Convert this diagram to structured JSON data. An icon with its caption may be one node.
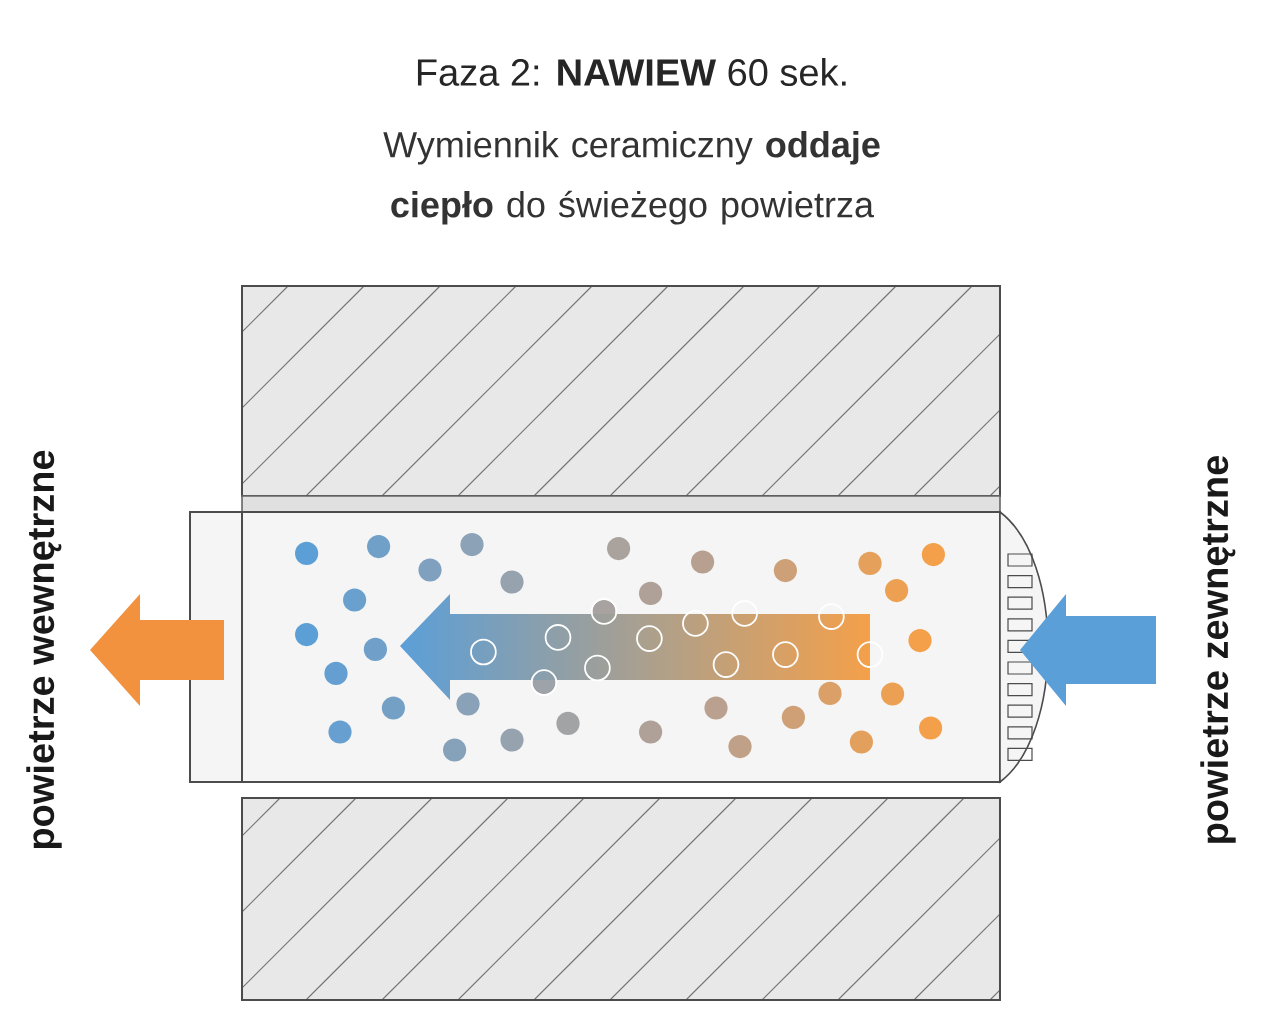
{
  "diagram": {
    "title": "Faza 2: **NAWIEW** 60 sek.",
    "labels": [
      "Wymiennik ceramiczny **oddaje ciepło** do świeżego powietrza",
      "powietrze wewnętrzne",
      "powietrze zewnętrzne"
    ]
  }
}
